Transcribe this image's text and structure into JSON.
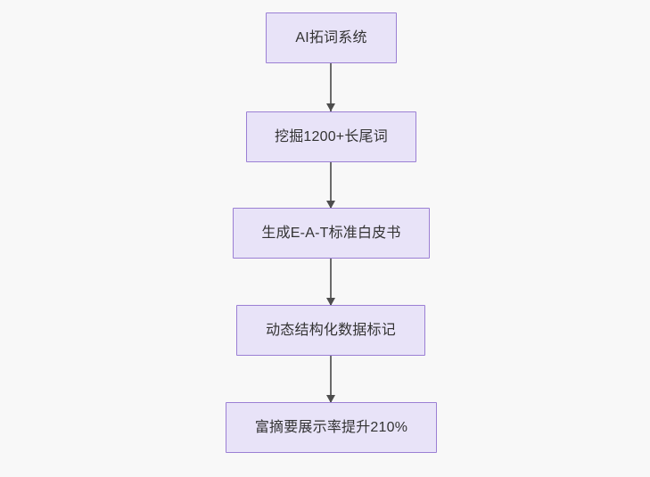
{
  "diagram": {
    "type": "flowchart",
    "direction": "top-to-bottom",
    "background_color": "#f8f8f8",
    "node_fill_color": "#e8e3f8",
    "node_border_color": "#9b7fd4",
    "node_text_color": "#333333",
    "edge_color": "#6b6b6b",
    "nodes": [
      {
        "id": "n1",
        "label": "AI拓词系统"
      },
      {
        "id": "n2",
        "label": "挖掘1200+长尾词"
      },
      {
        "id": "n3",
        "label": "生成E-A-T标准白皮书"
      },
      {
        "id": "n4",
        "label": "动态结构化数据标记"
      },
      {
        "id": "n5",
        "label": "富摘要展示率提升210%"
      }
    ],
    "edges": [
      {
        "from": "n1",
        "to": "n2",
        "label": ""
      },
      {
        "from": "n2",
        "to": "n3",
        "label": ""
      },
      {
        "from": "n3",
        "to": "n4",
        "label": ""
      },
      {
        "from": "n4",
        "to": "n5",
        "label": ""
      }
    ]
  }
}
